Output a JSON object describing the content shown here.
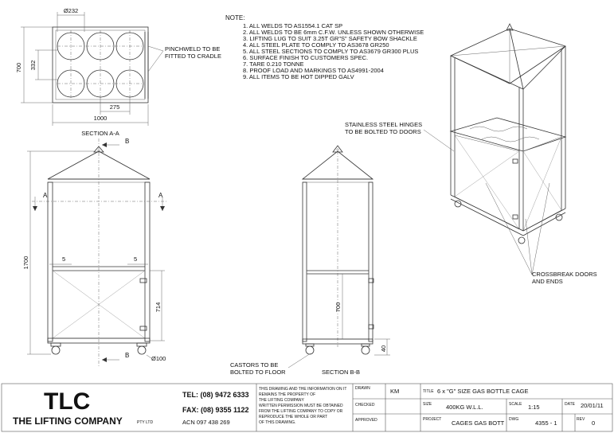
{
  "notes": {
    "heading": "NOTE:",
    "items": [
      "1. ALL WELDS TO AS1554.1 CAT SP",
      "2. ALL WELDS TO BE 6mm C.F.W. UNLESS SHOWN OTHERWISE",
      "3. LIFTING LUG TO SUIT 3.25T GR\"S\" SAFETY BOW SHACKLE",
      "4. ALL STEEL PLATE TO COMPLY TO AS3678 GR250",
      "5. ALL STEEL SECTIONS TO COMPLY TO AS3679 GR300 PLUS",
      "6. SURFACE FINISH TO CUSTOMERS SPEC.",
      "7. TARE 0.210 TONNE",
      "8. PROOF LOAD AND MARKINGS TO AS4991-2004",
      "9. ALL ITEMS TO BE HOT DIPPED GALV"
    ]
  },
  "section_aa": {
    "caption": "SECTION A-A",
    "dia_label": "Ø232",
    "height_label": "700",
    "inner_height_label": "332",
    "pitch_label": "275",
    "width_label": "1000",
    "callout": [
      "PINCHWELD TO BE",
      "FITTED TO CRADLE"
    ]
  },
  "front_view": {
    "section_mark_b": "B",
    "section_mark_a": "A",
    "height_label": "1700",
    "gap_label": "5",
    "door_height_label": "714",
    "castor_label": "Ø100"
  },
  "section_bb": {
    "caption": "SECTION B-B",
    "height_label": "700",
    "base_label": "40",
    "castor_callout": [
      "CASTORS TO BE",
      "BOLTED TO FLOOR"
    ]
  },
  "iso_view": {
    "hinge_callout": [
      "STAINLESS STEEL HINGES",
      "TO BE BOLTED TO DOORS"
    ],
    "door_callout": [
      "CROSSBREAK DOORS",
      "AND ENDS"
    ]
  },
  "title_block": {
    "logo": "TLC",
    "company": "THE LIFTING COMPANY",
    "pty": "PTY LTD",
    "tel": "TEL: (08) 9472 6333",
    "fax": "FAX: (08) 9355 1122",
    "acn": "ACN 097 438 269",
    "disclaimer": [
      "THIS DRAWING AND THE INFORMATION ON IT",
      "REMAINS THE PROPERTY OF",
      "THE LIFTING COMPANY",
      "WRITTEN PERMISSION MUST BE OBTAINED",
      "FROM THE LIFTING COMPANY TO COPY OR",
      "REPRODUCE THE WHOLE OR PART",
      "OF THIS DRAWING."
    ],
    "drawn_label": "DRAWN",
    "drawn_value": "KM",
    "checked_label": "CHECKED",
    "approved_label": "APPROVED",
    "title_label": "TITLE",
    "title_value": "6 x \"G\" SIZE GAS BOTTLE CAGE",
    "size_label": "SIZE",
    "size_value": "400KG W.L.L.",
    "scale_label": "SCALE",
    "scale_value": "1:15",
    "date_label": "DATE",
    "date_value": "20/01/11",
    "project_label": "PROJECT",
    "project_value": "CAGES GAS BOTT",
    "dwg_label": "DWG",
    "dwg_value": "4355 - 1",
    "rev_label": "REV",
    "rev_value": "0"
  }
}
